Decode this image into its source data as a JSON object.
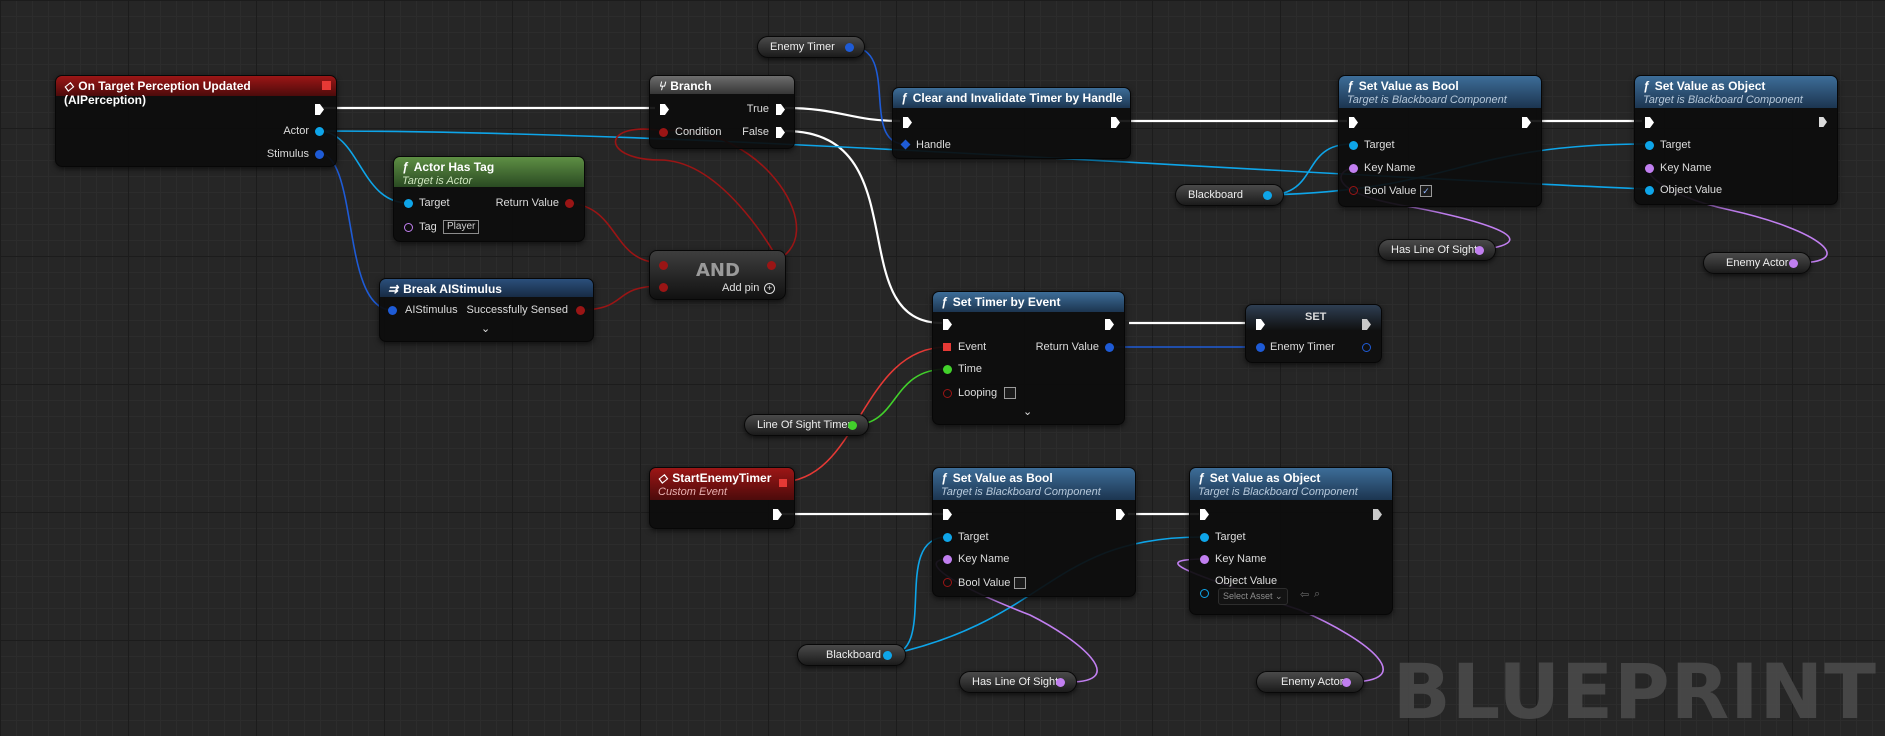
{
  "watermark": "BLUEPRINT",
  "nodes": {
    "on_target": {
      "title": "On Target Perception Updated (AIPerception)",
      "actor": "Actor",
      "stimulus": "Stimulus"
    },
    "actor_has_tag": {
      "title": "Actor Has Tag",
      "subtitle": "Target is Actor",
      "target": "Target",
      "return_value": "Return Value",
      "tag": "Tag",
      "tag_value": "Player"
    },
    "break_ai": {
      "title": "Break AIStimulus",
      "ai_stimulus": "AIStimulus",
      "successfully_sensed": "Successfully Sensed"
    },
    "branch": {
      "title": "Branch",
      "condition": "Condition",
      "true_label": "True",
      "false_label": "False"
    },
    "and": {
      "label": "AND",
      "add_pin": "Add pin"
    },
    "clear_timer": {
      "title": "Clear and Invalidate Timer by Handle",
      "handle": "Handle"
    },
    "set_bool_top": {
      "title": "Set Value as Bool",
      "subtitle": "Target is Blackboard Component",
      "target": "Target",
      "key_name": "Key Name",
      "bool_value": "Bool Value",
      "checked": true
    },
    "set_object_top": {
      "title": "Set Value as Object",
      "subtitle": "Target is Blackboard Component",
      "target": "Target",
      "key_name": "Key Name",
      "object_value": "Object Value"
    },
    "set_timer": {
      "title": "Set Timer by Event",
      "event": "Event",
      "time": "Time",
      "looping": "Looping",
      "return_value": "Return Value"
    },
    "set_var": {
      "title": "SET",
      "enemy_timer": "Enemy Timer"
    },
    "start_enemy": {
      "title": "StartEnemyTimer",
      "subtitle": "Custom Event"
    },
    "set_bool_bottom": {
      "title": "Set Value as Bool",
      "subtitle": "Target is Blackboard Component",
      "target": "Target",
      "key_name": "Key Name",
      "bool_value": "Bool Value",
      "checked": false
    },
    "set_object_bottom": {
      "title": "Set Value as Object",
      "subtitle": "Target is Blackboard Component",
      "target": "Target",
      "key_name": "Key Name",
      "object_value": "Object Value",
      "select_asset": "Select Asset"
    }
  },
  "variables": {
    "enemy_timer": "Enemy Timer",
    "blackboard_top": "Blackboard",
    "has_los_top": "Has Line Of Sight",
    "enemy_actor_top": "Enemy Actor",
    "los_timer": "Line Of Sight Timer",
    "blackboard_bottom": "Blackboard",
    "has_los_bottom": "Has Line Of Sight",
    "enemy_actor_bottom": "Enemy Actor"
  },
  "colors": {
    "exec": "#ffffff",
    "object": "#0ea5e9",
    "struct": "#1e5bd6",
    "bool": "#a01414",
    "name": "#c17ff0",
    "float": "#42d12b",
    "delegate": "#e53935"
  },
  "icons": {
    "event": "diamond-event-icon",
    "function": "function-f-icon",
    "branch": "branch-icon",
    "break": "break-struct-icon"
  }
}
